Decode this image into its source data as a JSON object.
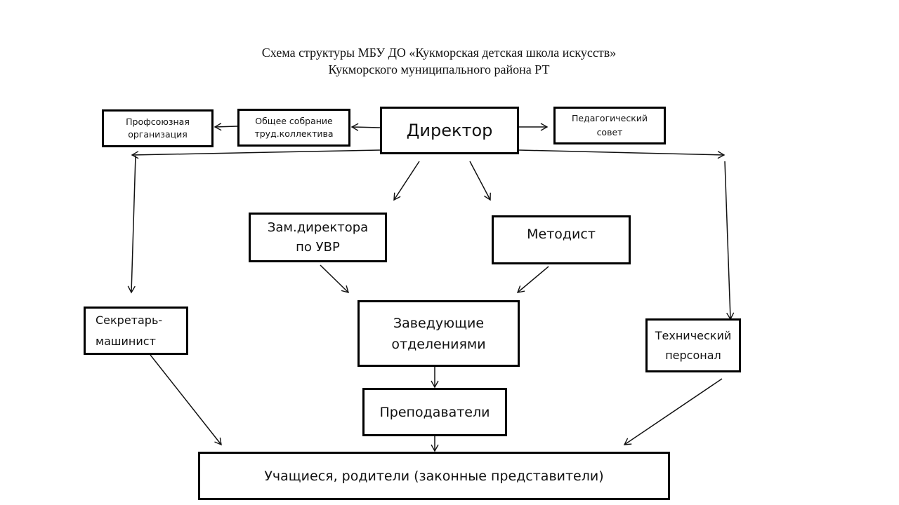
{
  "title": {
    "line1": "Схема структуры  МБУ ДО «Кукморская детская школа искусств»",
    "line2": "Кукморского муниципального района РТ"
  },
  "nodes": {
    "director": "Директор",
    "general_meeting": "Общее собрание труд.коллектива",
    "trade_union": "Профсоюзная организация",
    "pedagogical_council": "Педагогический совет",
    "deputy_director": "Зам.директора по УВР",
    "methodist": "Методист",
    "secretary": "Секретарь-машинист",
    "department_heads": "Заведующие отделениями",
    "technical_staff": "Технический персонал",
    "teachers": "Преподаватели",
    "students_parents": "Учащиеся, родители (законные представители)"
  },
  "edges": [
    {
      "from": "director",
      "to": "general_meeting"
    },
    {
      "from": "general_meeting",
      "to": "trade_union"
    },
    {
      "from": "director",
      "to": "pedagogical_council"
    },
    {
      "from": "director",
      "to": "secretary"
    },
    {
      "from": "director",
      "to": "technical_staff"
    },
    {
      "from": "director",
      "to": "deputy_director"
    },
    {
      "from": "director",
      "to": "methodist"
    },
    {
      "from": "deputy_director",
      "to": "department_heads"
    },
    {
      "from": "methodist",
      "to": "department_heads"
    },
    {
      "from": "department_heads",
      "to": "teachers"
    },
    {
      "from": "teachers",
      "to": "students_parents"
    },
    {
      "from": "secretary",
      "to": "students_parents"
    },
    {
      "from": "technical_staff",
      "to": "students_parents"
    }
  ]
}
